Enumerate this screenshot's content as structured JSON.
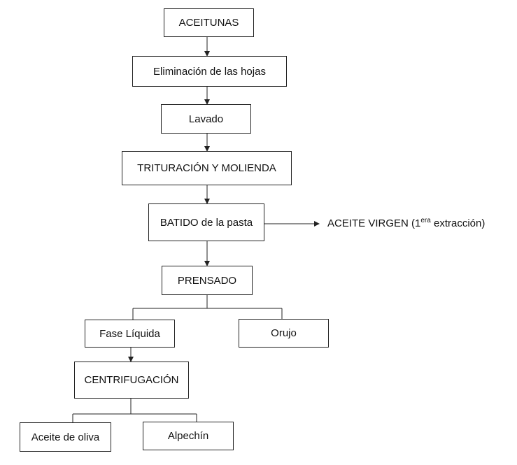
{
  "nodes": {
    "aceitunas": "ACEITUNAS",
    "eliminacion": "Eliminación de las hojas",
    "lavado": "Lavado",
    "trituracion": "TRITURACIÓN Y MOLIENDA",
    "batido": "BATIDO de la pasta",
    "prensado": "PRENSADO",
    "fase_liquida": "Fase Líquida",
    "orujo": "Orujo",
    "centrifugacion": "CENTRIFUGACIÓN",
    "aceite_oliva": "Aceite de oliva",
    "alpechin": "Alpechín"
  },
  "output": {
    "prefix": "ACEITE VIRGEN (1",
    "superscript": "era",
    "suffix": " extracción)"
  },
  "colors": {
    "line": "#222222",
    "text": "#111111",
    "background": "#ffffff"
  }
}
